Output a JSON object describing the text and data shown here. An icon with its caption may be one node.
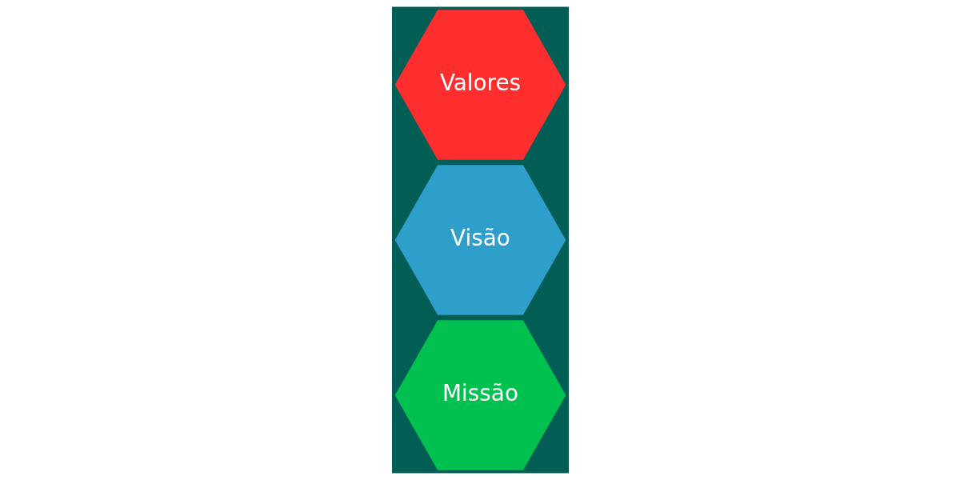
{
  "diagram": {
    "nodes": [
      {
        "text": [
          "Missão"
        ]
      },
      {
        "text": [
          "Visão"
        ]
      },
      {
        "text": [
          "Valores"
        ]
      }
    ]
  }
}
